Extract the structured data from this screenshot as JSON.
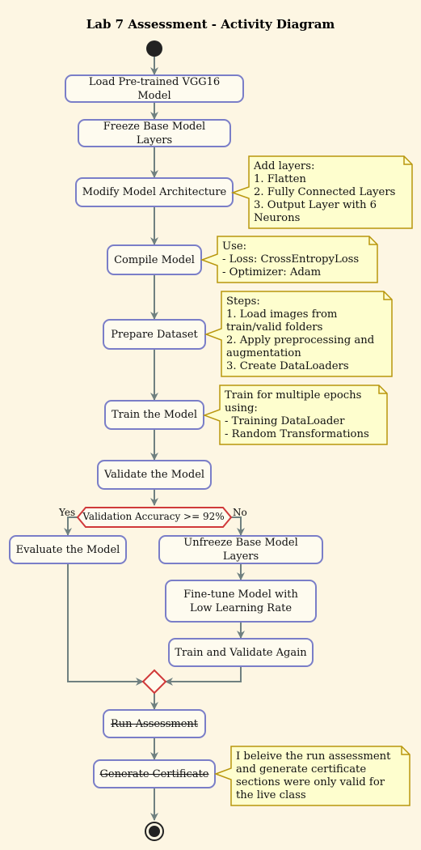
{
  "title": "Lab 7 Assessment - Activity Diagram",
  "activities": {
    "load_model": "Load Pre-trained VGG16 Model",
    "freeze_layers": "Freeze Base Model Layers",
    "modify_arch": "Modify Model Architecture",
    "compile": "Compile Model",
    "prepare": "Prepare Dataset",
    "train": "Train the Model",
    "validate": "Validate the Model",
    "evaluate": "Evaluate the Model",
    "unfreeze": "Unfreeze Base Model Layers",
    "finetune": "Fine-tune Model with Low Learning Rate",
    "train_again": "Train and Validate Again",
    "run_assessment": "Run Assessment",
    "generate_cert": "Generate Certificate"
  },
  "decision": {
    "condition": "Validation Accuracy >= 92%",
    "yes_label": "Yes",
    "no_label": "No"
  },
  "notes": {
    "modify": [
      "Add layers:",
      "1. Flatten",
      "2. Fully Connected Layers",
      "3. Output Layer with 6",
      "Neurons"
    ],
    "compile": [
      "Use:",
      "- Loss: CrossEntropyLoss",
      "- Optimizer: Adam"
    ],
    "prepare": [
      "Steps:",
      "1. Load images from",
      "train/valid folders",
      "2. Apply preprocessing and",
      "augmentation",
      "3. Create DataLoaders"
    ],
    "train": [
      "Train for multiple epochs",
      "using:",
      "- Training DataLoader",
      "- Random Transformations"
    ],
    "generate": [
      "I beleive the run assessment",
      "and generate certificate",
      "sections were only valid for",
      "the live class"
    ]
  },
  "colors": {
    "background": "#FDF6E3",
    "activity_border": "#7A7EC8",
    "activity_fill": "#FEFBEF",
    "note_fill": "#FEFECE",
    "note_border": "#B8960C",
    "arrow": "#6F8080",
    "decision_border": "#D0393A",
    "node_fill": "#222222"
  }
}
